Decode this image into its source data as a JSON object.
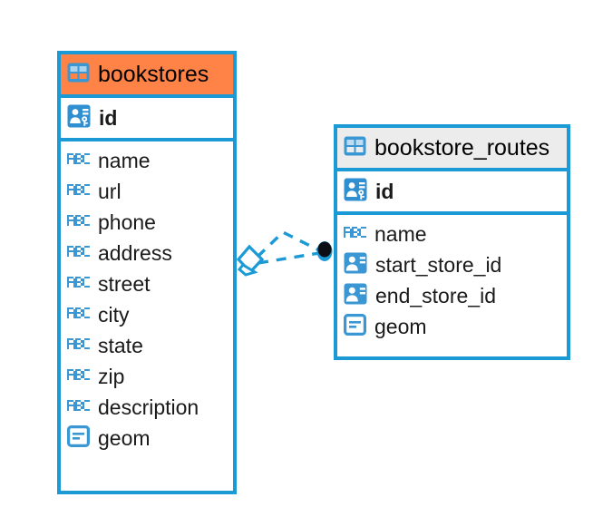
{
  "diagram": {
    "type": "entity-relationship-diagram",
    "background": "#ffffff",
    "accent_border": "#1b9ad6",
    "highlight_header": "#ff8246",
    "normal_header": "#ececec",
    "icon_blue": "#3a97d4"
  },
  "entities": [
    {
      "name": "bookstores",
      "header_style": "orange",
      "table_icon": "table-icon",
      "primary_keys": [
        {
          "label": "id",
          "icon": "primary-key-icon"
        }
      ],
      "columns": [
        {
          "label": "name",
          "icon": "text-type-icon"
        },
        {
          "label": "url",
          "icon": "text-type-icon"
        },
        {
          "label": "phone",
          "icon": "text-type-icon"
        },
        {
          "label": "address",
          "icon": "text-type-icon"
        },
        {
          "label": "street",
          "icon": "text-type-icon"
        },
        {
          "label": "city",
          "icon": "text-type-icon"
        },
        {
          "label": "state",
          "icon": "text-type-icon"
        },
        {
          "label": "zip",
          "icon": "text-type-icon"
        },
        {
          "label": "description",
          "icon": "text-type-icon"
        },
        {
          "label": "geom",
          "icon": "geometry-type-icon"
        }
      ]
    },
    {
      "name": "bookstore_routes",
      "header_style": "grey",
      "table_icon": "table-icon",
      "primary_keys": [
        {
          "label": "id",
          "icon": "primary-key-icon"
        }
      ],
      "columns": [
        {
          "label": "name",
          "icon": "text-type-icon"
        },
        {
          "label": "start_store_id",
          "icon": "foreign-key-icon"
        },
        {
          "label": "end_store_id",
          "icon": "foreign-key-icon"
        },
        {
          "label": "geom",
          "icon": "geometry-type-icon"
        }
      ]
    }
  ],
  "relationship": {
    "style": "dashed",
    "color": "#1b9ad6",
    "source_endpoint": "diamond-endpoint",
    "target_endpoint": "filled-circle-endpoint",
    "line_count": 2
  }
}
